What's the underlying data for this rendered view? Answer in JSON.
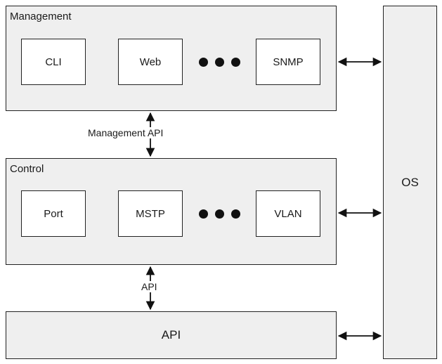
{
  "management": {
    "title": "Management",
    "modules": [
      "CLI",
      "Web",
      "SNMP"
    ]
  },
  "control": {
    "title": "Control",
    "modules": [
      "Port",
      "MSTP",
      "VLAN"
    ]
  },
  "api_layer": {
    "label": "API"
  },
  "os": {
    "label": "OS"
  },
  "connectors": {
    "management_api": "Management API",
    "api": "API"
  },
  "colors": {
    "layer_fill": "#efefef",
    "module_fill": "#ffffff",
    "stroke": "#222222"
  }
}
